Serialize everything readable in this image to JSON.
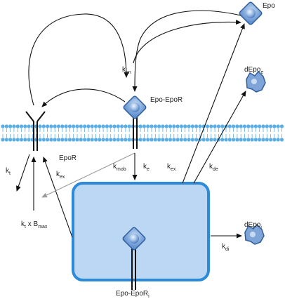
{
  "colors": {
    "membrane": "#5aaee6",
    "ligand_fill": "#7aa9de",
    "ligand_stroke": "#2f5f9c",
    "endosome_fill": "#bcd7f3",
    "endosome_stroke": "#2d8ad8",
    "arrow": "#111111",
    "arrow_grey": "#9a9a9a"
  },
  "species": {
    "epo": "Epo",
    "depo_e": {
      "base": "dEpo",
      "sub": "e"
    },
    "depo_i": {
      "base": "dEpo",
      "sub": "i"
    },
    "epo_epor": "Epo-EpoR",
    "epor": "EpoR",
    "epo_epor_i": {
      "base": "Epo-EpoR",
      "sub": "i"
    }
  },
  "rates": {
    "kon": {
      "base": "k",
      "sub": "on"
    },
    "kt": {
      "base": "k",
      "sub": "t"
    },
    "kex_left": {
      "base": "k",
      "sub": "ex"
    },
    "kmob": {
      "base": "k",
      "sub": "mob"
    },
    "ke": {
      "base": "k",
      "sub": "e"
    },
    "kex_right": {
      "base": "k",
      "sub": "ex"
    },
    "kde": {
      "base": "k",
      "sub": "de"
    },
    "kdi": {
      "base": "k",
      "sub": "di"
    },
    "kt_bmax": {
      "base": "k",
      "sub": "t",
      "mid": " x B",
      "sub2": "max"
    }
  }
}
